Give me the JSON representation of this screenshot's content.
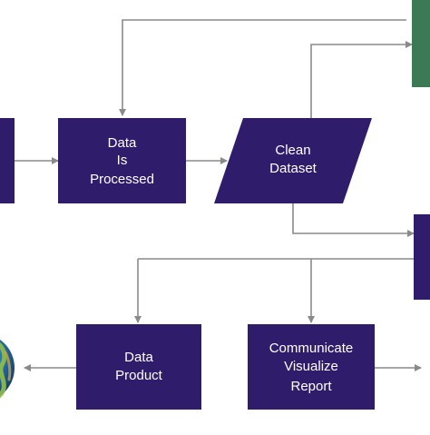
{
  "colors": {
    "box_fill": "#2f1c6a",
    "box_text": "#ffffff",
    "green_box": "#3c7a55",
    "connector": "#8a8a8a",
    "globe": "#2f7fb5"
  },
  "nodes": {
    "processed": {
      "lines": [
        "Data",
        "Is",
        "Processed"
      ]
    },
    "clean": {
      "lines": [
        "Clean",
        "Dataset"
      ]
    },
    "product": {
      "lines": [
        "Data",
        "Product"
      ]
    },
    "communicate": {
      "lines": [
        "Communicate",
        "Visualize",
        "Report"
      ]
    }
  },
  "icons": {
    "globe": "earth-globe-icon"
  }
}
